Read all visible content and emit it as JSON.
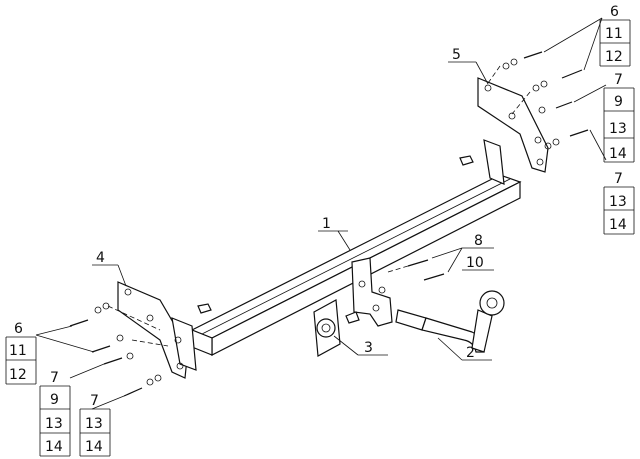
{
  "callouts": {
    "c1": "1",
    "c2": "2",
    "c3": "3",
    "c4": "4",
    "c5": "5",
    "c8": "8",
    "c10": "10"
  },
  "right_stack_top": [
    "6",
    "11",
    "12"
  ],
  "right_stack_mid": [
    "7",
    "9",
    "13",
    "14"
  ],
  "right_stack_low": [
    "7",
    "13",
    "14"
  ],
  "left_stack_top": [
    "6",
    "11",
    "12"
  ],
  "left_stack_mid": [
    "7",
    "9",
    "13",
    "14"
  ],
  "left_stack_low": [
    "7",
    "13",
    "14"
  ]
}
